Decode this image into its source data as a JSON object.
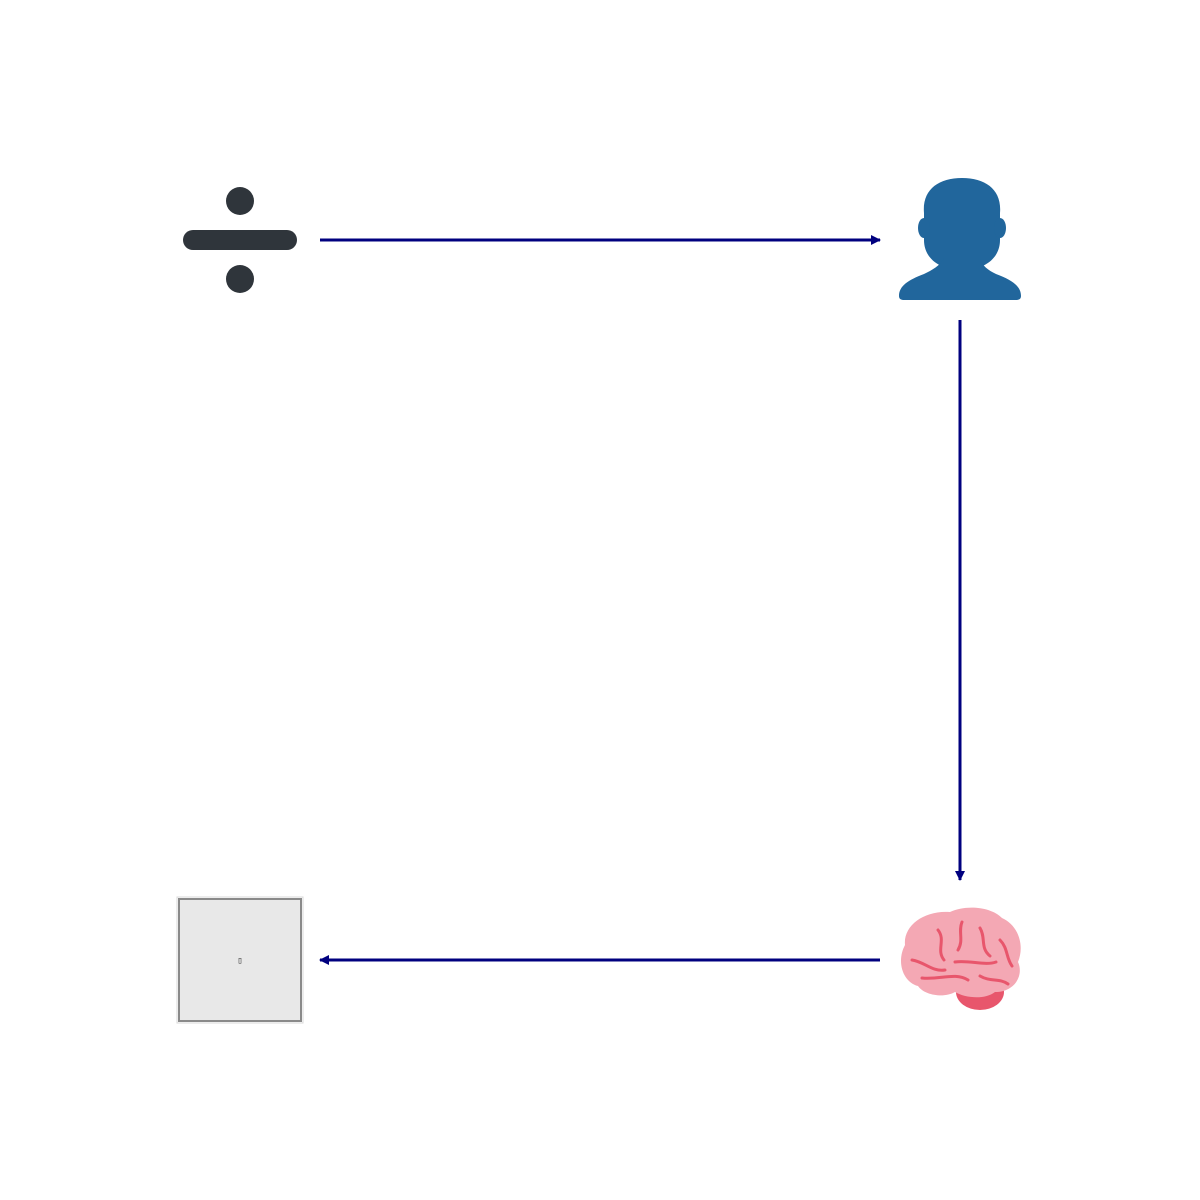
{
  "diagram": {
    "nodes": [
      {
        "id": "divide",
        "icon": "division-sign-icon",
        "color": "#2f353b"
      },
      {
        "id": "person",
        "icon": "person-silhouette-icon",
        "color": "#21669c"
      },
      {
        "id": "brain",
        "icon": "brain-icon",
        "color": "#f4a8b4",
        "accent": "#e8566c"
      },
      {
        "id": "placeholder",
        "icon": "missing-glyph-box-icon",
        "color": "#e8e8e8",
        "glyph": "▯"
      }
    ],
    "edges": [
      {
        "from": "divide",
        "to": "person"
      },
      {
        "from": "person",
        "to": "brain"
      },
      {
        "from": "brain",
        "to": "placeholder"
      }
    ],
    "colors": {
      "arrow": "#00007f",
      "background": "#ffffff",
      "box_border": "#8a8a8a"
    }
  }
}
